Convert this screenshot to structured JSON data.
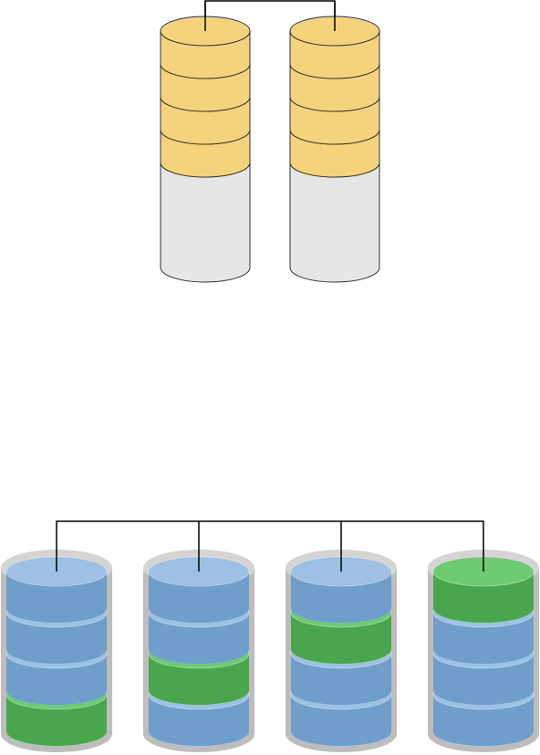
{
  "diagrams": [
    {
      "kind": "mirror",
      "disks": [
        {
          "blocks": [
            "data",
            "data",
            "data",
            "data"
          ]
        },
        {
          "blocks": [
            "data",
            "data",
            "data",
            "data"
          ]
        }
      ],
      "colors": {
        "block_fill": "#f5d37c",
        "empty_fill": "#e6e6e6",
        "outline": "#333333",
        "connector": "#000000"
      }
    },
    {
      "kind": "striped-parity",
      "disks": [
        {
          "blocks": [
            "data",
            "data",
            "data",
            "parity"
          ]
        },
        {
          "blocks": [
            "data",
            "data",
            "parity",
            "data"
          ]
        },
        {
          "blocks": [
            "data",
            "parity",
            "data",
            "data"
          ]
        },
        {
          "blocks": [
            "parity",
            "data",
            "data",
            "data"
          ]
        }
      ],
      "colors": {
        "data_fill": "#6f9ecb",
        "data_top": "#9dc0e4",
        "parity_fill": "#4aa64e",
        "parity_top": "#6dcb72",
        "casing": "#bdbdbd",
        "casing_top": "#d4d4d4",
        "connector": "#000000"
      }
    }
  ]
}
